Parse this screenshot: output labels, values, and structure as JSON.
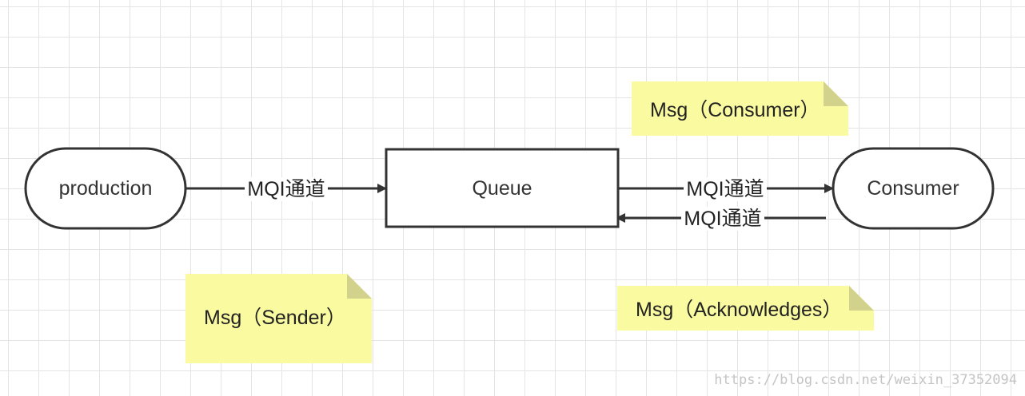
{
  "diagram": {
    "nodes": {
      "production": "production",
      "queue": "Queue",
      "consumer": "Consumer"
    },
    "edges": {
      "production_to_queue": "MQI通道",
      "queue_to_consumer": "MQI通道",
      "consumer_to_queue": "MQI通道"
    },
    "notes": {
      "sender": "Msg（Sender）",
      "consumer": "Msg（Consumer）",
      "acknowledges": "Msg（Acknowledges）"
    }
  },
  "colors": {
    "note_fill": "#fafaa0",
    "note_fold": "#d2d28c",
    "stroke": "#333333",
    "grid": "#e4e4e4"
  },
  "watermark": "https://blog.csdn.net/weixin_37352094"
}
